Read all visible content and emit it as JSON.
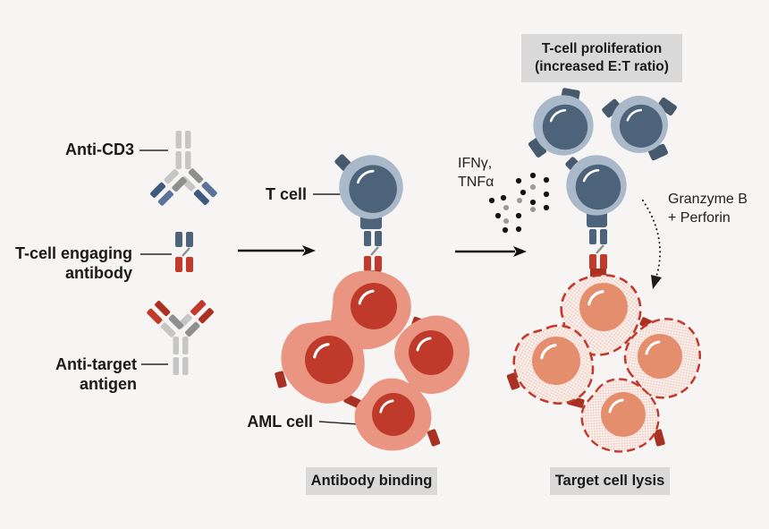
{
  "colors": {
    "background": "#f6f5f3",
    "caption_box_bg": "#d9d9d9",
    "text": "#1a1a1a",
    "slate_dark": "#4d6379",
    "slate_light": "#aab9c9",
    "antibody_red": "#c23a2c",
    "dark_red_receptor": "#a93123",
    "salmon_cell": "#ea9582",
    "nucleus_red": "#bf3a2b",
    "lysed_nucleus_orange": "#e58e6e",
    "lysed_hatch_pink": "#f2d0c6",
    "dashed_border_red": "#c0392b",
    "antibody_light_gray": "#c6c6c6",
    "antibody_mid_gray": "#8f8f8f"
  },
  "legend": {
    "anti_cd3": "Anti-CD3",
    "t_cell_engaging": [
      "T-cell engaging",
      "antibody"
    ],
    "anti_target": [
      "Anti-target",
      "antigen"
    ]
  },
  "binding_panel": {
    "t_cell": "T cell",
    "aml_cell": "AML cell",
    "caption": "Antibody binding"
  },
  "lysis_panel": {
    "title": [
      "T-cell proliferation",
      "(increased E:T ratio)"
    ],
    "cytokines": [
      "IFNγ,",
      "TNFα"
    ],
    "granzyme": [
      "Granzyme B",
      "+ Perforin"
    ],
    "caption": "Target cell lysis"
  }
}
